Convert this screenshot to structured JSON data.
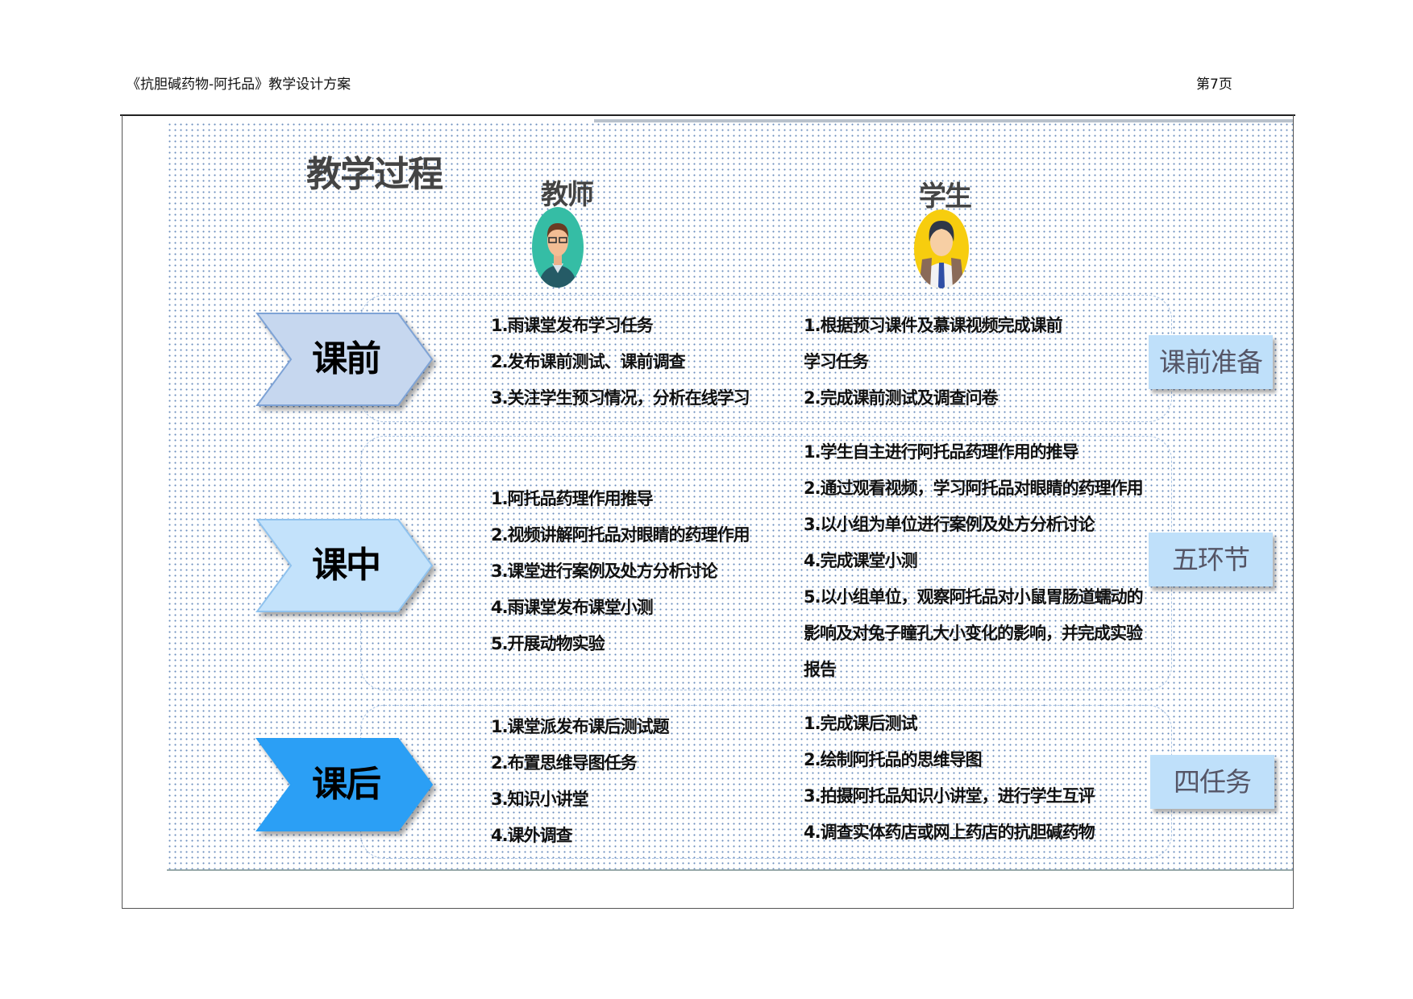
{
  "header": {
    "title": "《抗胆碱药物-阿托品》教学设计方案",
    "page": "第7页"
  },
  "slide": {
    "title": "教学过程",
    "teacher_label": "教师",
    "student_label": "学生",
    "rows": [
      {
        "stage": "课前",
        "tag": "课前准备",
        "color": "#c6d7ef",
        "teacher": [
          "1.雨课堂发布学习任务",
          "2.发布课前测试、课前调查",
          "3.关注学生预习情况，分析在线学习"
        ],
        "student": [
          "1.根据预习课件及慕课视频完成课前",
          "学习任务",
          "2.完成课前测试及调查问卷"
        ]
      },
      {
        "stage": "课中",
        "tag": "五环节",
        "color": "#c3e2fb",
        "teacher": [
          "1.阿托品药理作用推导",
          "2.视频讲解阿托品对眼睛的药理作用",
          "3.课堂进行案例及处方分析讨论",
          "4.雨课堂发布课堂小测",
          "5.开展动物实验"
        ],
        "student": [
          "1.学生自主进行阿托品药理作用的推导",
          "2.通过观看视频，学习阿托品对眼睛的药理作用",
          "3.以小组为单位进行案例及处方分析讨论",
          "4.完成课堂小测",
          "5.以小组单位，观察阿托品对小鼠胃肠道蠕动的",
          "影响及对兔子瞳孔大小变化的影响，并完成实验",
          "报告"
        ]
      },
      {
        "stage": "课后",
        "tag": "四任务",
        "color": "#2b9ff5",
        "teacher": [
          "1.课堂派发布课后测试题",
          "2.布置思维导图任务",
          "3.知识小讲堂",
          "4.课外调查"
        ],
        "student": [
          "1.完成课后测试",
          "2.绘制阿托品的思维导图",
          "3.拍摄阿托品知识小讲堂，进行学生互评",
          "4.调查实体药店或网上药店的抗胆碱药物"
        ]
      }
    ]
  }
}
